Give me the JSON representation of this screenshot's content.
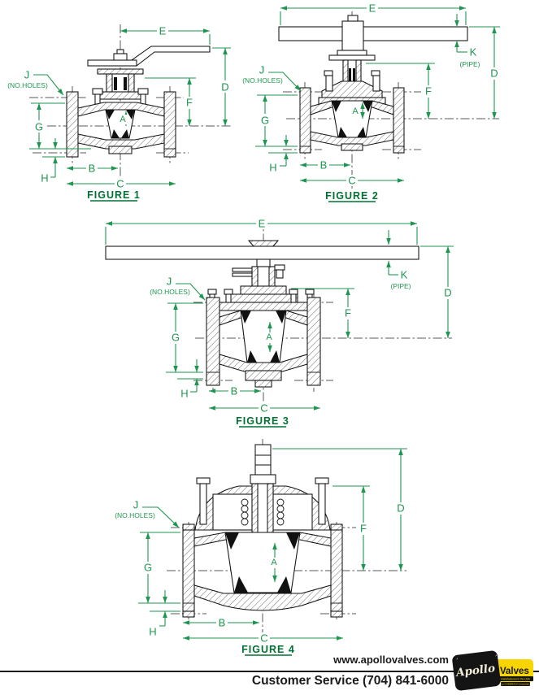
{
  "figures": [
    {
      "caption": "FIGURE 1",
      "dims": {
        "A": "A",
        "B": "B",
        "C": "C",
        "D": "D",
        "E": "E",
        "F": "F",
        "G": "G",
        "H": "H",
        "J": "J",
        "J_note": "(NO.HOLES)"
      }
    },
    {
      "caption": "FIGURE 2",
      "dims": {
        "A": "A",
        "B": "B",
        "C": "C",
        "D": "D",
        "E": "E",
        "F": "F",
        "G": "G",
        "H": "H",
        "J": "J",
        "J_note": "(NO.HOLES)",
        "K": "K",
        "K_note": "(PIPE)"
      }
    },
    {
      "caption": "FIGURE 3",
      "dims": {
        "A": "A",
        "B": "B",
        "C": "C",
        "D": "D",
        "E": "E",
        "F": "F",
        "G": "G",
        "H": "H",
        "J": "J",
        "J_note": "(NO.HOLES)",
        "K": "K",
        "K_note": "(PIPE)"
      }
    },
    {
      "caption": "FIGURE 4",
      "dims": {
        "A": "A",
        "B": "B",
        "C": "C",
        "D": "D",
        "F": "F",
        "G": "G",
        "H": "H",
        "J": "J",
        "J_note": "(NO.HOLES)"
      }
    }
  ],
  "footer": {
    "website": "www.apollovalves.com",
    "customer_service": "Customer Service (704) 841-6000",
    "logo": {
      "script": "Apollo",
      "wordmark": "Valves",
      "tagline1": "manufactured in the USA",
      "tagline2": "by CONBRACO Industries"
    }
  },
  "colors": {
    "dimension_green": "#1e9650",
    "caption_green": "#017233",
    "drawing_black": "#111111",
    "logo_yellow": "#f6d500",
    "logo_black": "#141414",
    "logo_cream": "#f3ecd8"
  }
}
